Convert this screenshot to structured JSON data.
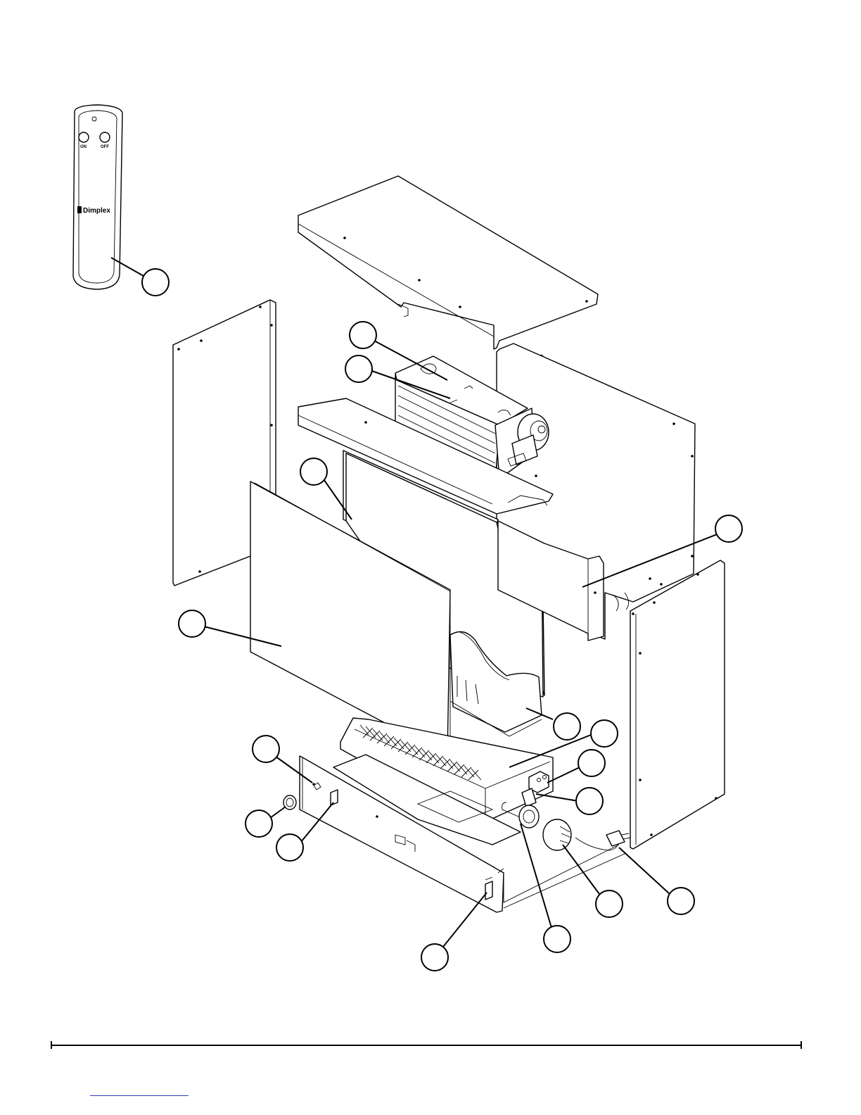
{
  "remote": {
    "button_on": "ON",
    "button_off": "OFF",
    "brand": "Dimplex"
  },
  "callouts": [
    {
      "id": "c-remote",
      "label": ""
    },
    {
      "id": "c-heater-cover",
      "label": ""
    },
    {
      "id": "c-heater-grille",
      "label": ""
    },
    {
      "id": "c-back-panel",
      "label": ""
    },
    {
      "id": "c-light-housing",
      "label": ""
    },
    {
      "id": "c-front-glass",
      "label": ""
    },
    {
      "id": "c-log-set",
      "label": ""
    },
    {
      "id": "c-ember-bed",
      "label": ""
    },
    {
      "id": "c-receiver",
      "label": ""
    },
    {
      "id": "c-terminal",
      "label": ""
    },
    {
      "id": "c-thermal-cutout",
      "label": ""
    },
    {
      "id": "c-knob",
      "label": ""
    },
    {
      "id": "c-switch",
      "label": ""
    },
    {
      "id": "c-motor",
      "label": ""
    },
    {
      "id": "c-power-cord",
      "label": ""
    },
    {
      "id": "c-rotor-mount",
      "label": ""
    },
    {
      "id": "c-main-switch",
      "label": ""
    }
  ]
}
